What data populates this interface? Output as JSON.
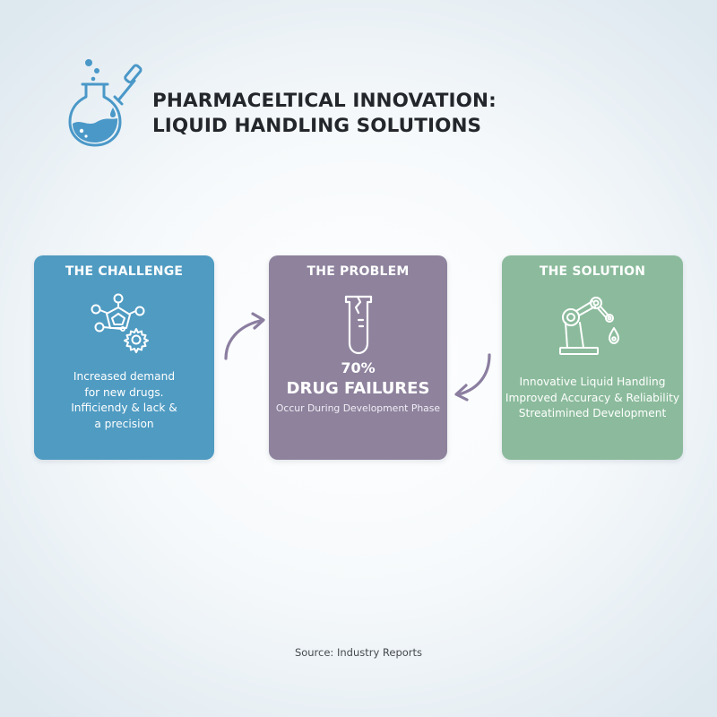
{
  "header": {
    "icon": "flask-dropper-icon",
    "title_line1": "PHARMACELTICAL INNOVATION:",
    "title_line2": "LIQUID HANDLING SOLUTIONS"
  },
  "cards": [
    {
      "id": "challenge",
      "title": "THE CHALLENGE",
      "icon": "molecule-gear-icon",
      "color": "#4f9bc2",
      "lines": [
        "Increased demand",
        "for new drugs.",
        "Infficiendy & lack &",
        "a precision"
      ]
    },
    {
      "id": "problem",
      "title": "THE PROBLEM",
      "icon": "cracked-test-tube-icon",
      "color": "#8e829d",
      "stat_value": "70%",
      "stat_label": "DRUG FAILURES",
      "stat_desc": "Occur During Development Phase"
    },
    {
      "id": "solution",
      "title": "THE SOLUTION",
      "icon": "robotic-arm-droplet-icon",
      "color": "#8bbb9c",
      "lines": [
        "Innovative Liquid Handling",
        "Improved Accuracy & Reliability",
        "Streatimined Development"
      ]
    }
  ],
  "arrows": [
    {
      "from": "challenge",
      "to": "problem",
      "color": "#8b7ea0"
    },
    {
      "from": "solution",
      "to": "problem",
      "color": "#8b7ea0"
    }
  ],
  "footer": {
    "source": "Source: Industry Reports"
  }
}
